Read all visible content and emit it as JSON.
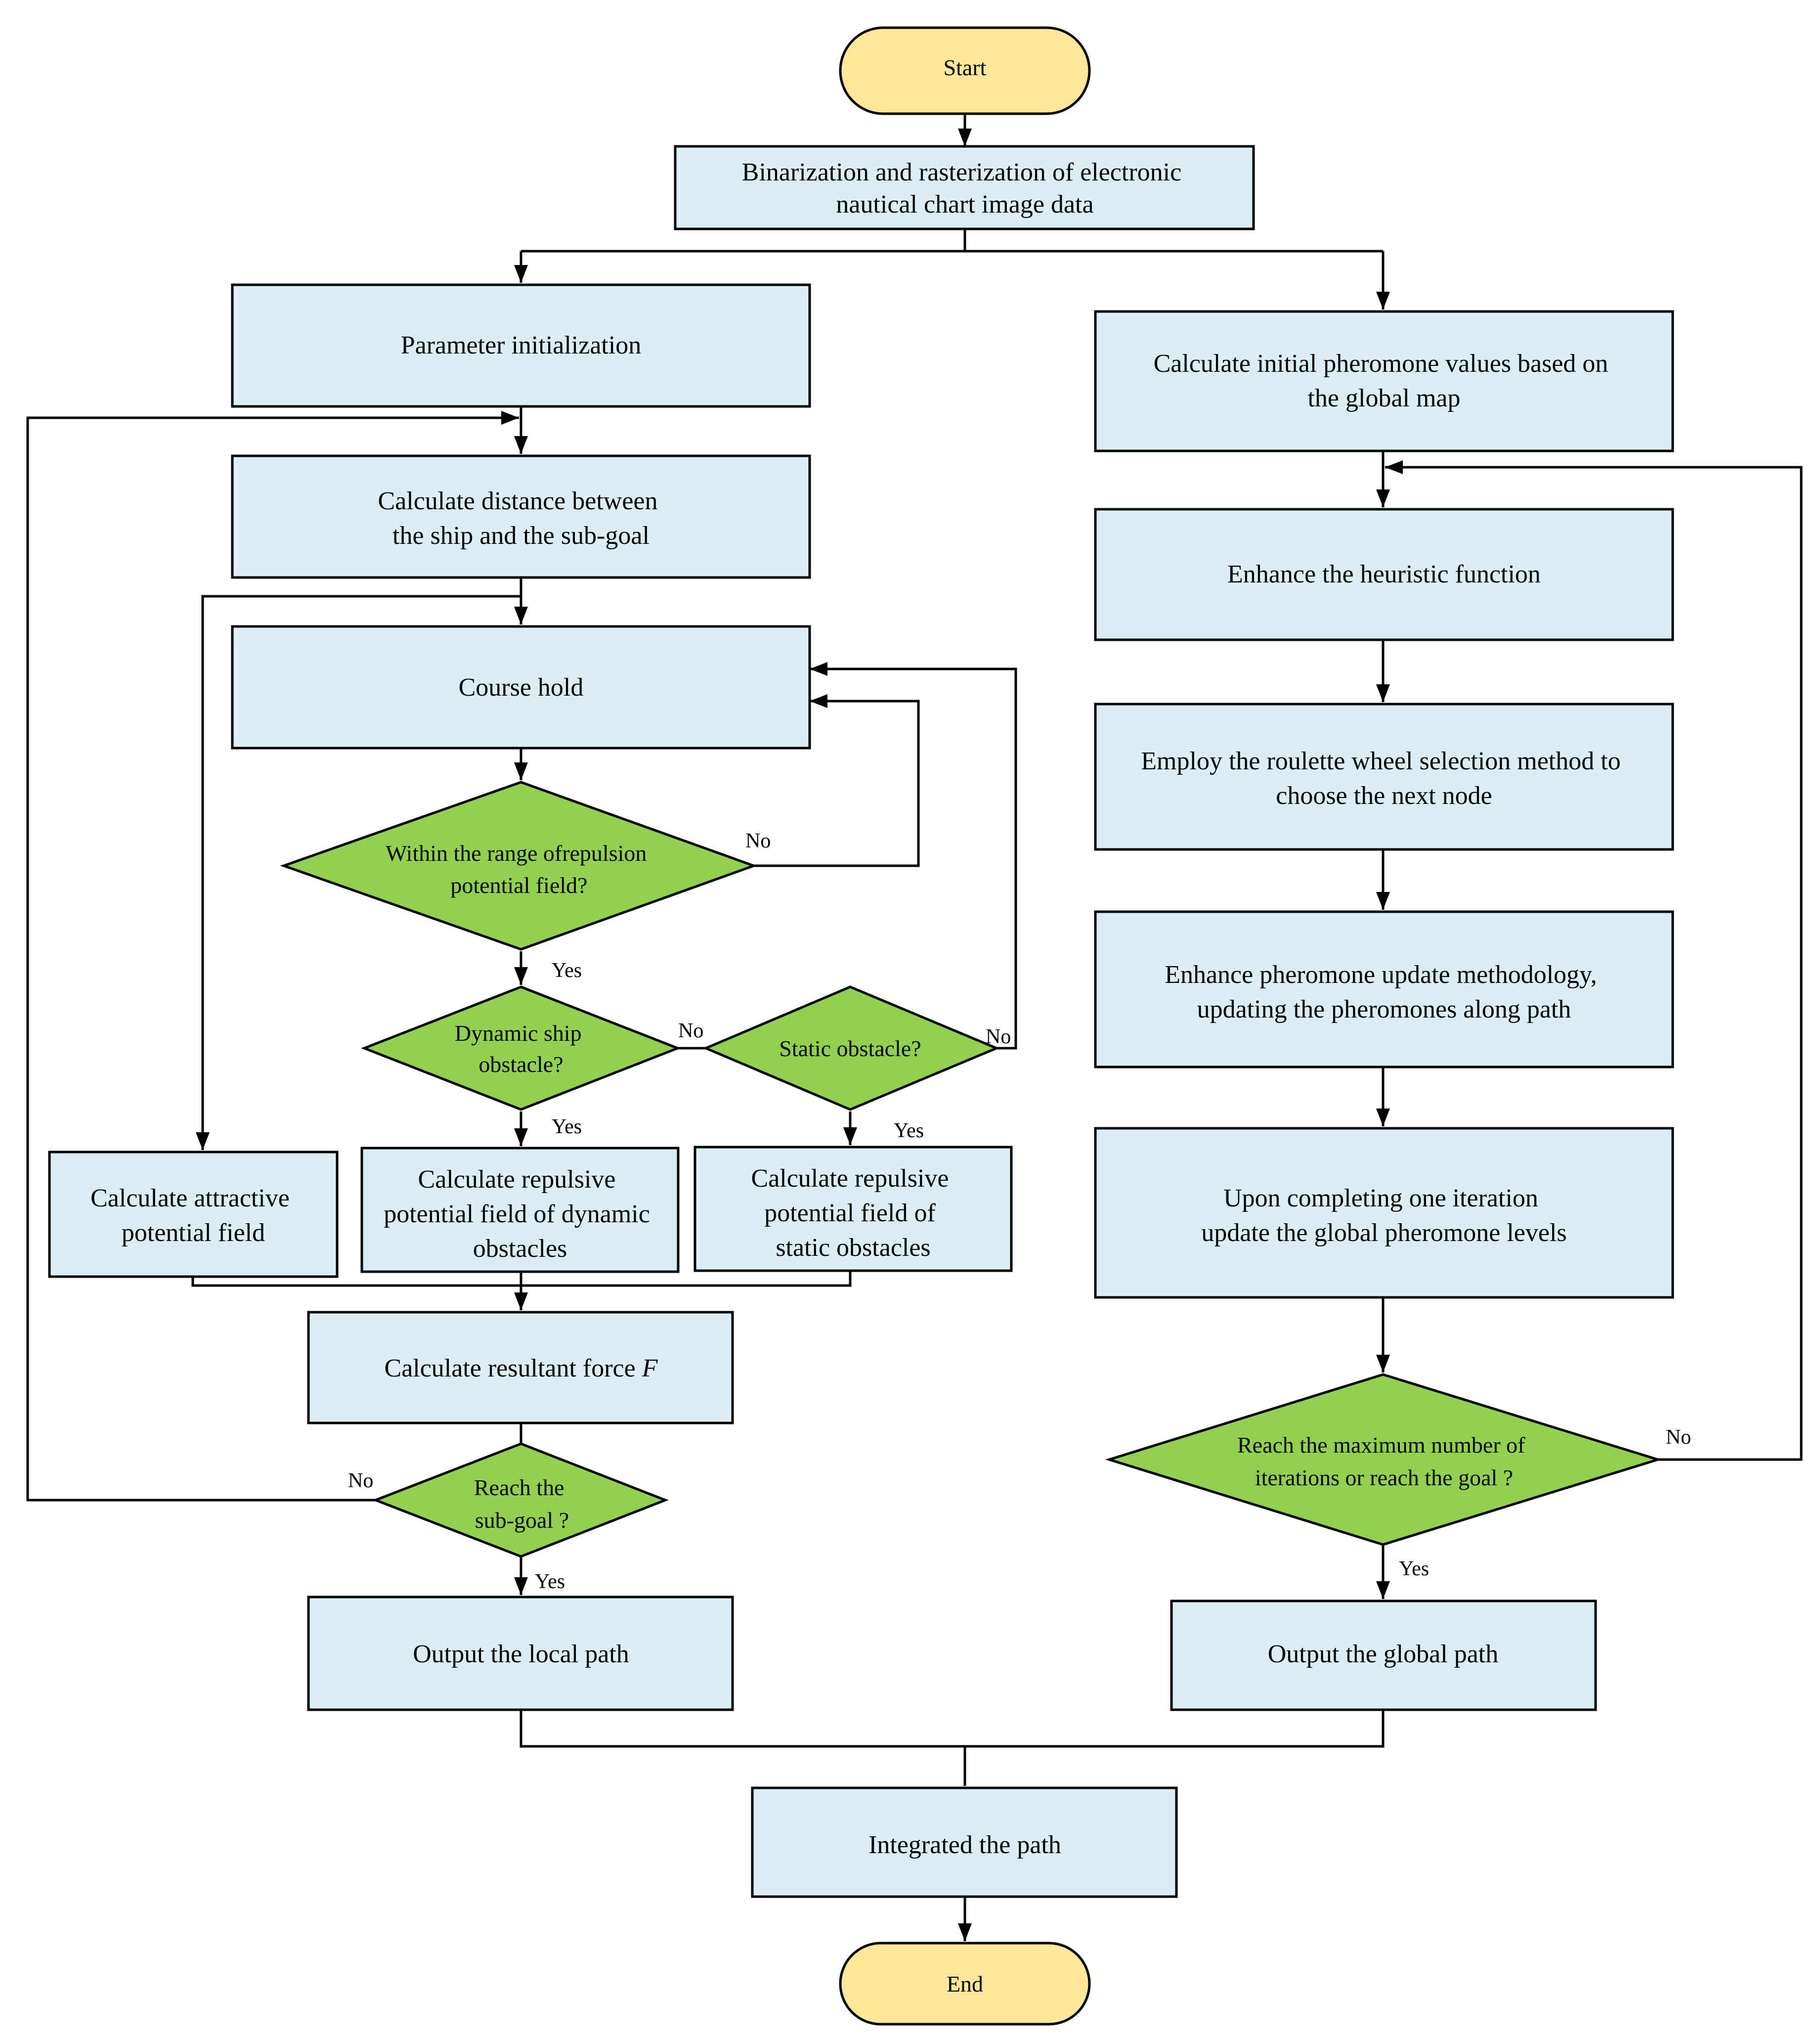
{
  "nodes": {
    "start": "Start",
    "binarize": [
      "Binarization and rasterization of electronic",
      "nautical chart image data"
    ],
    "param_init": "Parameter initialization",
    "calc_distance": [
      "Calculate distance between",
      "the ship and the sub-goal"
    ],
    "course_hold": "Course hold",
    "within_range": [
      "Within the range ofrepulsion",
      "potential field?"
    ],
    "dynamic_obstacle": [
      "Dynamic ship",
      "obstacle?"
    ],
    "static_obstacle": "Static obstacle?",
    "attractive": [
      "Calculate attractive",
      "potential field"
    ],
    "repulsive_dynamic": [
      "Calculate repulsive",
      "potential field of dynamic",
      "obstacles"
    ],
    "repulsive_static": [
      "Calculate repulsive",
      "potential field of",
      "static obstacles"
    ],
    "resultant_force": "Calculate resultant force ",
    "resultant_force_var": "F",
    "reach_subgoal": [
      "Reach the",
      "sub-goal ?"
    ],
    "output_local": "Output the local path",
    "init_pheromone": [
      "Calculate initial pheromone values based on",
      "the global map"
    ],
    "heuristic": "Enhance the heuristic function",
    "roulette": [
      "Employ the roulette wheel selection method to",
      "choose the next node"
    ],
    "pheromone_update": [
      "Enhance pheromone update methodology,",
      "updating the pheromones along path"
    ],
    "global_update": [
      "Upon completing one iteration",
      "update the global pheromone levels"
    ],
    "max_iter": [
      "Reach the maximum number of",
      "iterations or reach the goal ?"
    ],
    "output_global": "Output the global path",
    "integrate": "Integrated the path",
    "end": "End"
  },
  "edge_labels": {
    "within_no": "No",
    "within_yes": "Yes",
    "dynamic_no": "No",
    "dynamic_yes": "Yes",
    "static_no": "No",
    "static_yes": "Yes",
    "subgoal_no": "No",
    "subgoal_yes": "Yes",
    "maxiter_no": "No",
    "maxiter_yes": "Yes"
  },
  "colors": {
    "process_fill": "#daeef3",
    "decision_fill": "#92d050",
    "terminal_fill": "#ffe699",
    "line": "#000000"
  }
}
